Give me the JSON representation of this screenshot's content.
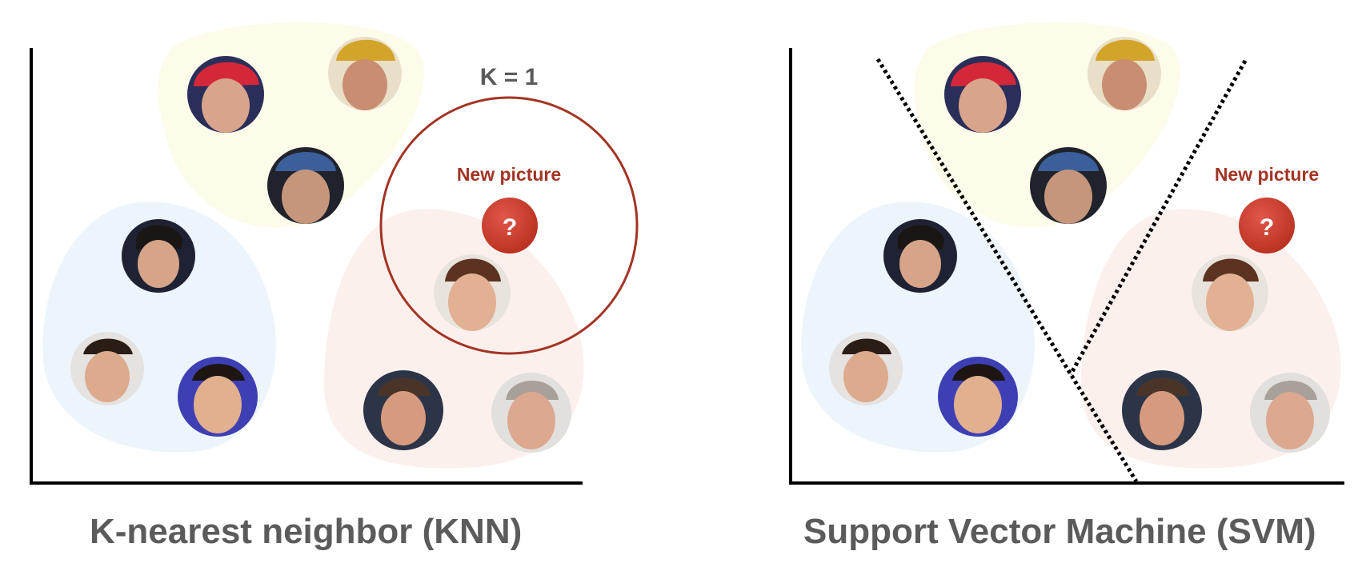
{
  "knn": {
    "title": "K-nearest neighbor (KNN)",
    "k_label": "K = 1",
    "new_label": "New picture",
    "question": "?"
  },
  "svm": {
    "title": "Support Vector Machine (SVM)",
    "new_label": "New picture",
    "question": "?"
  },
  "colors": {
    "cluster_yellow": "#fdfbe9",
    "cluster_blue": "#edf5fc",
    "cluster_pink": "#fcf0ed",
    "accent_red": "#a33424",
    "axis": "#000000",
    "title_gray": "#5b5b5b"
  },
  "icons": {
    "face_photo": "face-photo-icon",
    "question_marker": "question-marker-icon"
  }
}
